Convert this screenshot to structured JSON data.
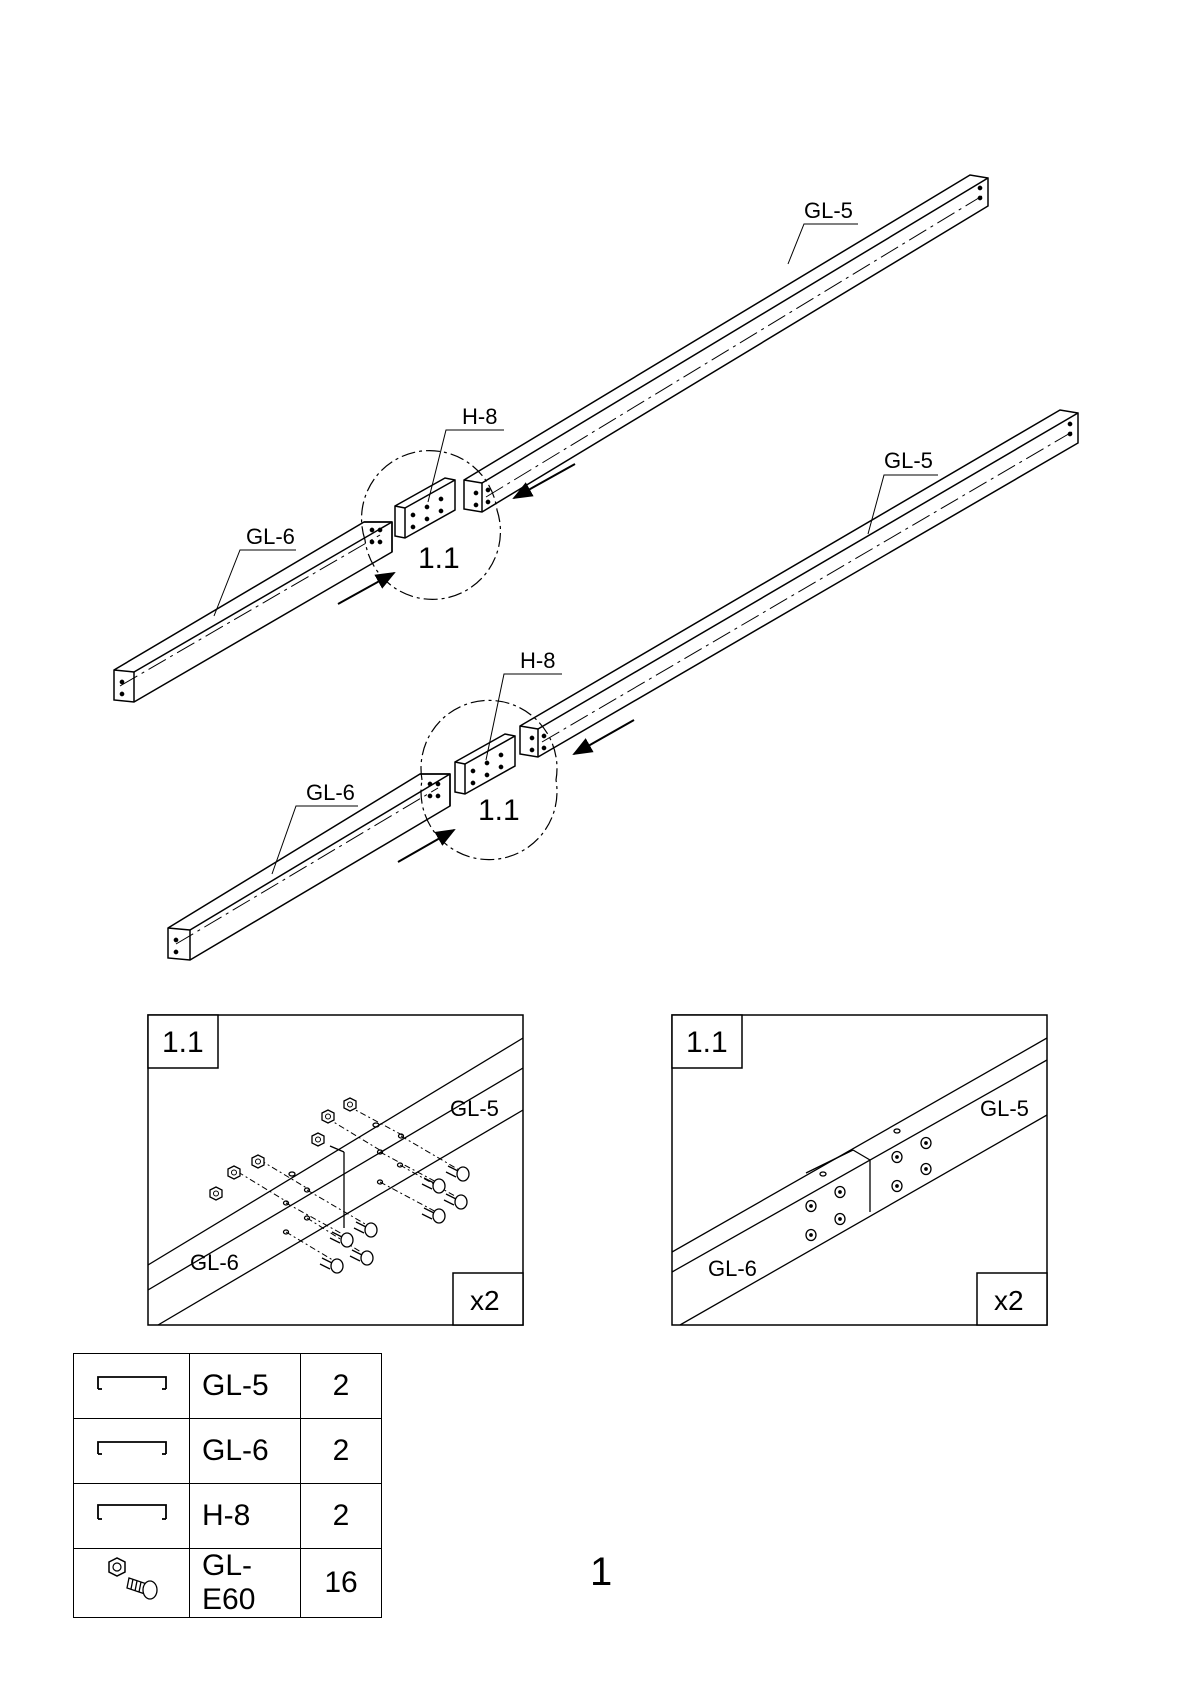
{
  "exploded_view": {
    "upper_assembly": {
      "label_gl5": "GL-5",
      "label_h8": "H-8",
      "label_gl6": "GL-6",
      "detail_ref": "1.1"
    },
    "lower_assembly": {
      "label_gl5": "GL-5",
      "label_h8": "H-8",
      "label_gl6": "GL-6",
      "detail_ref": "1.1"
    }
  },
  "detail_left": {
    "ref": "1.1",
    "label_gl5": "GL-5",
    "label_gl6": "GL-6",
    "multiplier": "x2"
  },
  "detail_right": {
    "ref": "1.1",
    "label_gl5": "GL-5",
    "label_gl6": "GL-6",
    "multiplier": "x2"
  },
  "parts_list": [
    {
      "icon": "channel-profile-icon",
      "code": "GL-5",
      "qty": "2"
    },
    {
      "icon": "channel-profile-icon",
      "code": "GL-6",
      "qty": "2"
    },
    {
      "icon": "channel-profile-icon",
      "code": "H-8",
      "qty": "2"
    },
    {
      "icon": "nut-bolt-icon",
      "code": "GL-E60",
      "qty": "16"
    }
  ],
  "page_number": "1"
}
